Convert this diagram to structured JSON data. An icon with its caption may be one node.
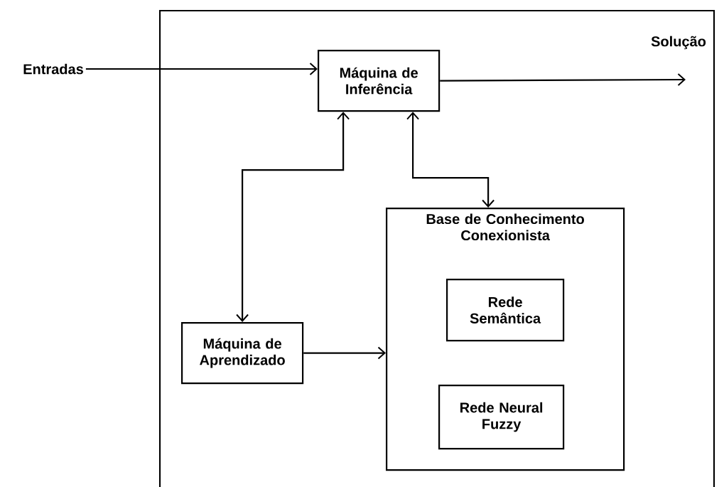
{
  "diagram": {
    "nodes": [
      {
        "text": [
          "Entradas"
        ]
      },
      {
        "text": [
          "Máquina de Inferência"
        ]
      },
      {
        "text": [
          "Base de Conhecimento Conexionista"
        ]
      },
      {
        "text": [
          "Rede Semântica"
        ],
        "in": 2
      },
      {
        "text": [
          "Rede Neural Fuzzy"
        ],
        "in": 2
      },
      {
        "text": [
          "Máquina de Aprendizado"
        ]
      }
    ],
    "edges": [
      {
        "from": 0,
        "to": 1,
        "arrow": "to"
      },
      {
        "from": 1,
        "to": null,
        "arrow": "to",
        "label": "Solução"
      },
      {
        "from": 1,
        "to": 5,
        "arrow": "both"
      },
      {
        "from": 1,
        "to": 2,
        "arrow": "both"
      },
      {
        "from": 5,
        "to": 2,
        "arrow": "to"
      }
    ]
  }
}
